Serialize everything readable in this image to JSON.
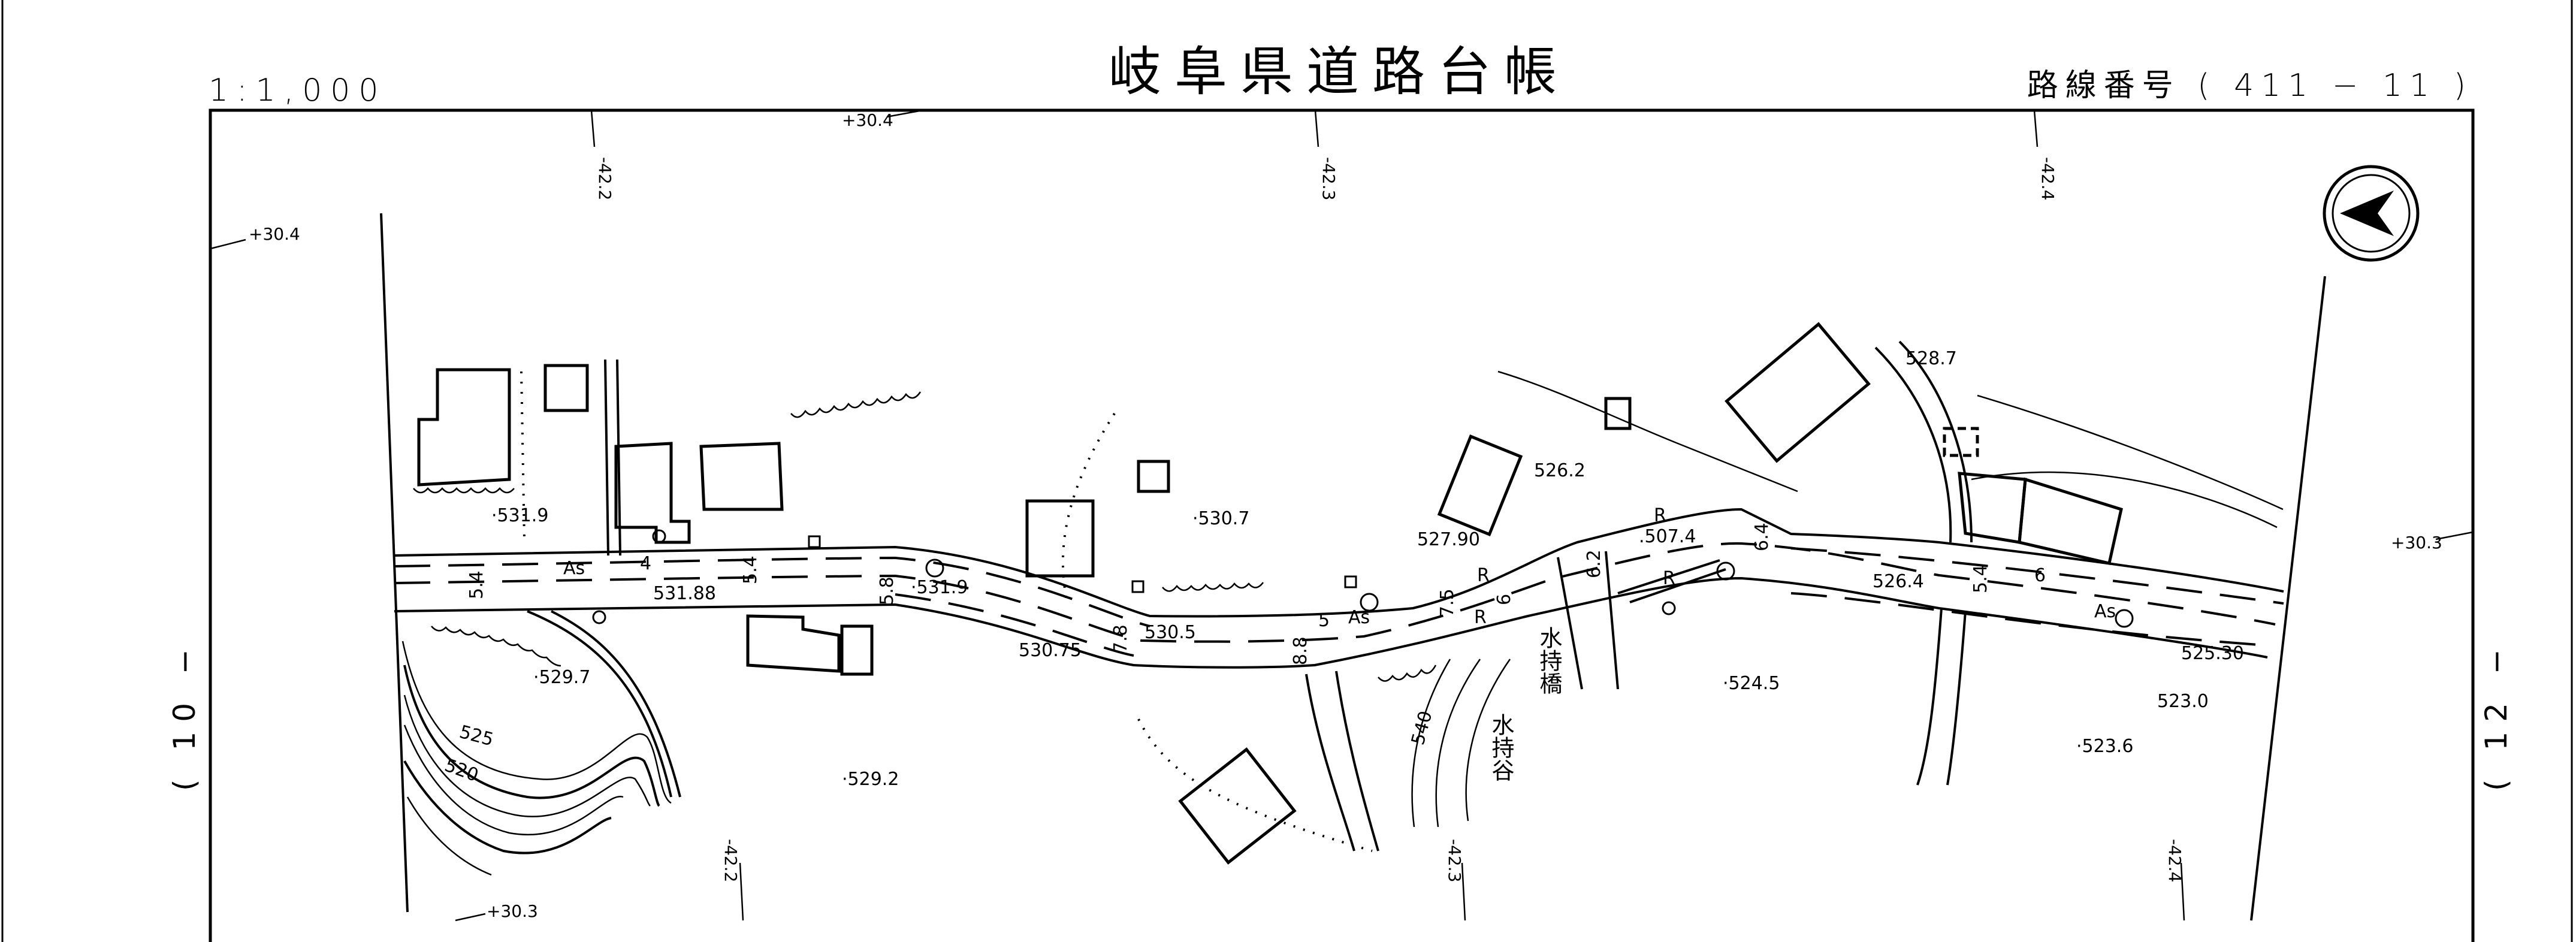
{
  "header": {
    "title": "岐阜県道路台帳",
    "scale": "1:1,000",
    "route_number": "路線番号 ( 411 − 11 )"
  },
  "sheet_refs": {
    "left": "( 10 −",
    "right": "( 12 −"
  },
  "grid_ticks": {
    "top": [
      "-42.2",
      "-42.3",
      "-42.4"
    ],
    "bottom": [
      "-42.2",
      "-42.3",
      "-42.4"
    ],
    "offsets": [
      "+30.4",
      "+30.4",
      "+30.3",
      "+30.3"
    ]
  },
  "labels": [
    "·531.9",
    "As",
    "4",
    "531.88",
    "5.4",
    "5.4",
    "5.8",
    "·531.9",
    "·530.7",
    "530.5",
    "530.75",
    "7.8",
    "8.8",
    "5",
    "As",
    "7.5",
    "6",
    "527.90",
    "526.2",
    ".507.4",
    "6.2",
    "6.4",
    "R",
    "R",
    "R",
    "R",
    "526.4",
    "5.4",
    "6",
    "As",
    "525.30",
    "523.0",
    "·523.6",
    "·524.5",
    "·529.7",
    "·529.2",
    "525",
    "520",
    "540",
    "528.7",
    "水持橋",
    "水持谷"
  ],
  "north_arrow": "north-arrow"
}
